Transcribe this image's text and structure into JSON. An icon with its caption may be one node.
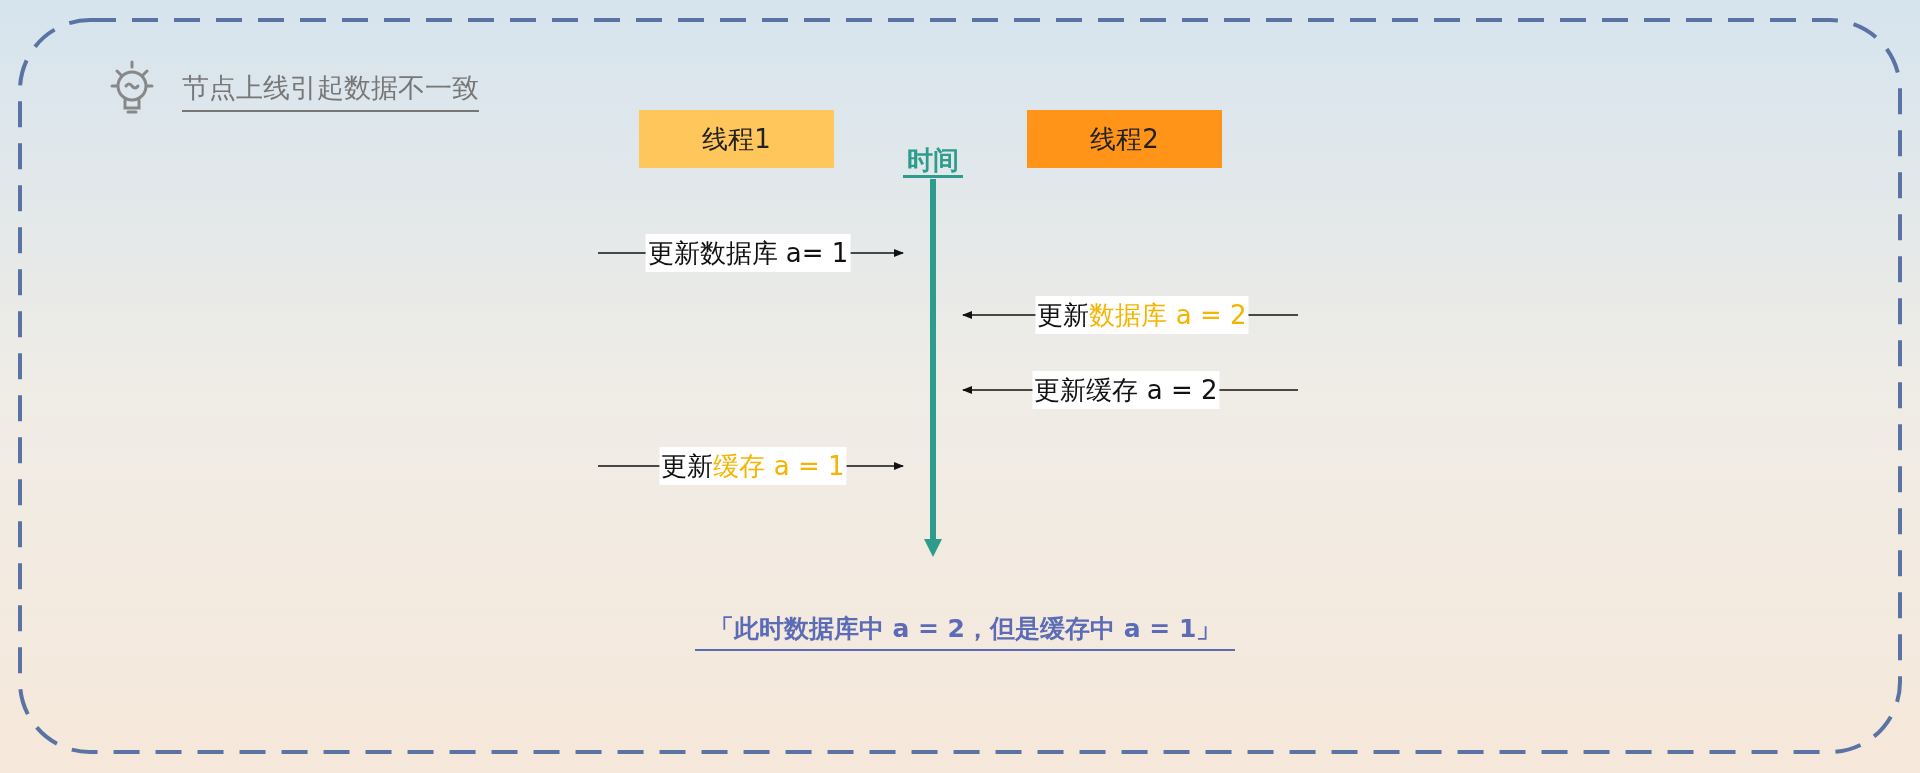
{
  "diagram": {
    "title": "节点上线引起数据不一致",
    "nodes": [
      {
        "text": [
          "线程1"
        ]
      },
      {
        "text": [
          "线程2"
        ]
      },
      {
        "text": [
          "时间"
        ]
      }
    ],
    "edges": [
      {
        "from": null,
        "to": 2,
        "arrow": "to",
        "label": "更新数据库 a= 1"
      },
      {
        "from": null,
        "to": 2,
        "arrow": "to",
        "label": "更新**数据库 a = 2**"
      },
      {
        "from": null,
        "to": 2,
        "arrow": "to",
        "label": "更新缓存 a = 2"
      },
      {
        "from": null,
        "to": 2,
        "arrow": "to",
        "label": "更新**缓存 a = 1**"
      }
    ],
    "labels": [
      "「此时数据库中 a = 2，但是缓存中 a = 1」"
    ]
  }
}
